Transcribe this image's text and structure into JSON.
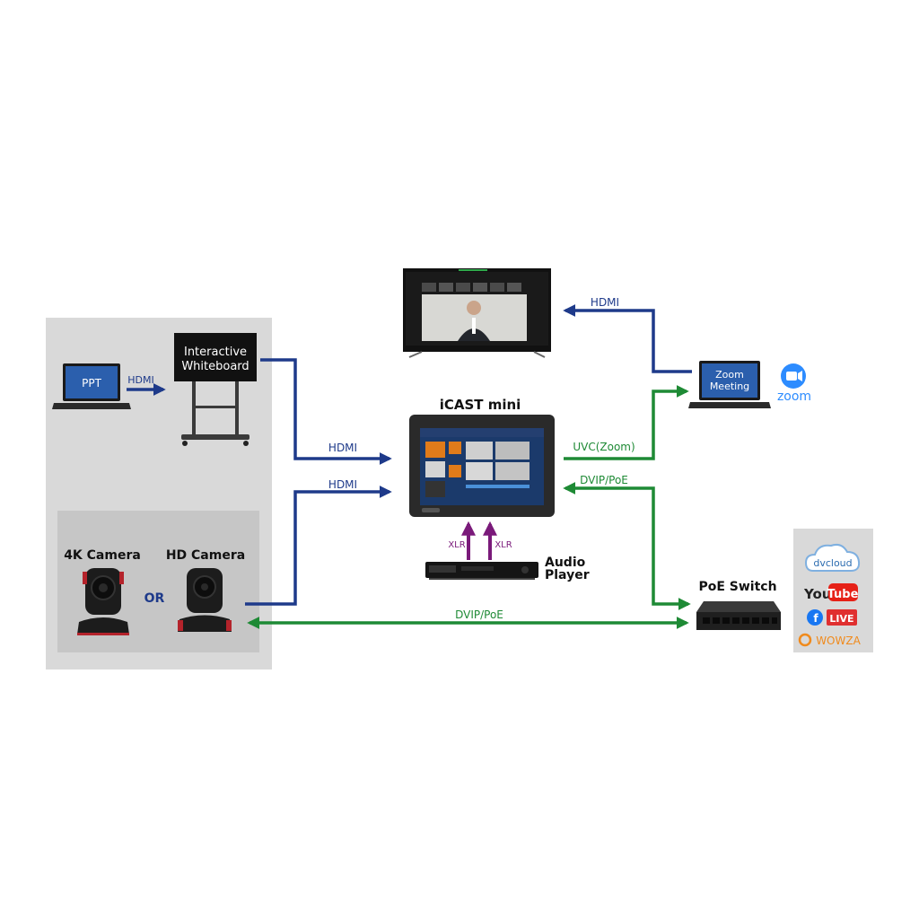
{
  "colors": {
    "hdmi": "#1e3a8a",
    "dvip": "#1e8a35",
    "xlr": "#7a1a7a",
    "panel": "#d9d9d9",
    "panel_inner": "#c6c6c6",
    "device_dark": "#1c1c1c",
    "or_text": "#1e3a8a"
  },
  "devices": {
    "laptop_ppt": {
      "screen_label": "PPT",
      "icon": "laptop-icon"
    },
    "whiteboard": {
      "line1": "Interactive",
      "line2": "Whiteboard",
      "icon": "whiteboard-icon"
    },
    "tv": {
      "icon": "tv-monitor-icon"
    },
    "laptop_zoom": {
      "line1": "Zoom",
      "line2": "Meeting",
      "icon": "laptop-icon"
    },
    "zoom_logo": {
      "text": "zoom",
      "icon": "zoom-logo-icon"
    },
    "icast": {
      "title": "iCAST mini",
      "icon": "icast-mini-device-icon"
    },
    "audio_player": {
      "line1": "Audio",
      "line2": "Player",
      "icon": "audio-player-icon"
    },
    "camera_4k": {
      "label": "4K Camera",
      "icon": "ptz-camera-icon"
    },
    "camera_hd": {
      "label": "HD Camera",
      "icon": "ptz-camera-icon"
    },
    "or_text": "OR",
    "poe_switch": {
      "label": "PoE Switch",
      "icon": "network-switch-icon"
    }
  },
  "connections": {
    "ppt_to_whiteboard": "HDMI",
    "whiteboard_to_icast": "HDMI",
    "camera_to_icast": "HDMI",
    "laptop_to_tv": "HDMI",
    "icast_to_laptop": "UVC(Zoom)",
    "switch_to_icast": "DVIP/PoE",
    "camera_to_switch": "DVIP/PoE",
    "xlr_left": "XLR",
    "xlr_right": "XLR"
  },
  "streaming_services": {
    "dvcloud": "dvcloud",
    "youtube_you": "You",
    "youtube_tube": "Tube",
    "facebook_live": "LIVE",
    "wowza": "WOWZA"
  }
}
